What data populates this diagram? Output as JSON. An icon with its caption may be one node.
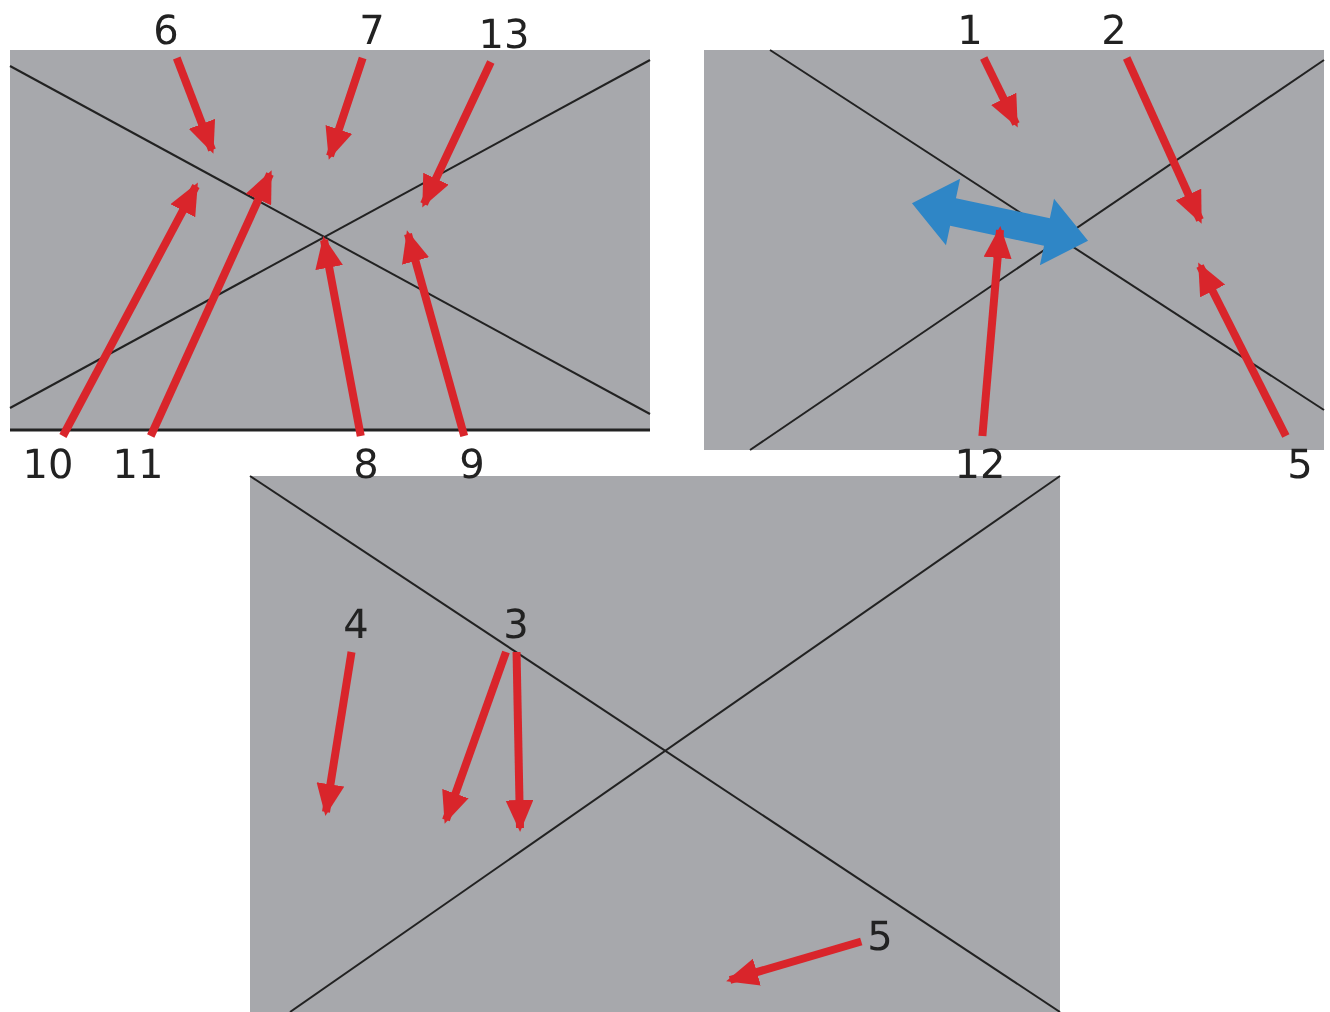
{
  "diagram": {
    "nodes": [
      {
        "text": [
          "6"
        ]
      },
      {
        "text": [
          "7"
        ]
      },
      {
        "text": [
          "13"
        ]
      },
      {
        "text": [
          "1"
        ]
      },
      {
        "text": [
          "2"
        ]
      },
      {
        "text": [
          "10"
        ]
      },
      {
        "text": [
          "11"
        ]
      },
      {
        "text": [
          "8"
        ]
      },
      {
        "text": [
          "9"
        ]
      },
      {
        "text": [
          "12"
        ]
      },
      {
        "text": [
          "5"
        ]
      },
      {
        "text": [
          "4"
        ]
      },
      {
        "text": [
          "3"
        ]
      },
      {
        "text": [
          "5"
        ]
      }
    ],
    "edges": [
      {
        "from": 0,
        "to": null,
        "arrow": "to"
      },
      {
        "from": 1,
        "to": null,
        "arrow": "to"
      },
      {
        "from": 2,
        "to": null,
        "arrow": "to"
      },
      {
        "from": 3,
        "to": null,
        "arrow": "to"
      },
      {
        "from": 4,
        "to": null,
        "arrow": "to"
      },
      {
        "from": 5,
        "to": null,
        "arrow": "to"
      },
      {
        "from": 6,
        "to": null,
        "arrow": "to"
      },
      {
        "from": 7,
        "to": null,
        "arrow": "to"
      },
      {
        "from": 8,
        "to": null,
        "arrow": "to"
      },
      {
        "from": 9,
        "to": null,
        "arrow": "to"
      },
      {
        "from": 10,
        "to": null,
        "arrow": "to"
      },
      {
        "from": 11,
        "to": null,
        "arrow": "to"
      },
      {
        "from": 12,
        "to": null,
        "arrow": "to"
      },
      {
        "from": 12,
        "to": null,
        "arrow": "to"
      },
      {
        "from": 13,
        "to": null,
        "arrow": "to"
      }
    ]
  }
}
